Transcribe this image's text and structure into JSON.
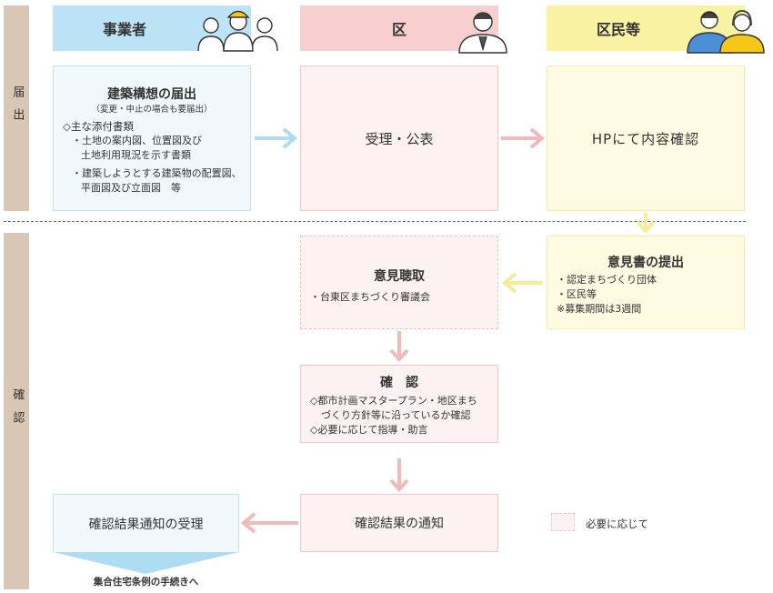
{
  "sections": {
    "todokede": "届出",
    "kakunin": "確認"
  },
  "headers": {
    "business": "事業者",
    "ward": "区",
    "residents": "区民等"
  },
  "boxes": {
    "plan_notice": {
      "title": "建築構想の届出",
      "subtitle": "（変更・中止の場合も要届出）",
      "attach_heading": "◇主な添付書類",
      "item1_line1": "・土地の案内図、位置図及び",
      "item1_line2": "土地利用現況を示す書類",
      "item2_line1": "・建築しようとする建築物の配置図、",
      "item2_line2": "平面図及び立面図　等"
    },
    "receipt": {
      "title": "受理・公表"
    },
    "hp_check": {
      "title": "HPにて内容確認"
    },
    "opinion_submit": {
      "title": "意見書の提出",
      "line1": "・認定まちづくり団体",
      "line2": "・区民等",
      "line3": "※募集期間は3週間"
    },
    "hearing": {
      "title": "意見聴取",
      "line1": "・台東区まちづくり審議会"
    },
    "confirm": {
      "title": "確　認",
      "line1": "◇都市計画マスタープラン・地区まち",
      "line2": "づくり方針等に沿っているか確認",
      "line3": "◇必要に応じて指導・助言"
    },
    "result_notice": {
      "title": "確認結果の通知"
    },
    "result_receipt": {
      "title": "確認結果通知の受理"
    }
  },
  "footer_next": "集合住宅条例の手続きへ",
  "legend": {
    "label": "必要に応じて"
  },
  "colors": {
    "blue_header": "#bde3f7",
    "pink_header": "#f7cfcf",
    "yellow_header": "#fbf3a4",
    "side_band": "#d9c6b5",
    "arrow_blue": "#aedcf3",
    "arrow_pink": "#f1b9b9",
    "arrow_yellow": "#f6ec9a"
  }
}
